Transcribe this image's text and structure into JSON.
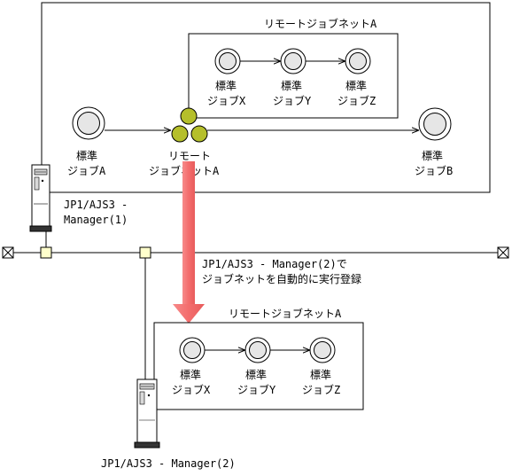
{
  "top_box": {
    "remote_jobnet_title": "リモートジョブネットA",
    "job_x": [
      "標準",
      "ジョブX"
    ],
    "job_y": [
      "標準",
      "ジョブY"
    ],
    "job_z": [
      "標準",
      "ジョブZ"
    ]
  },
  "main_flow": {
    "job_a": [
      "標準",
      "ジョブA"
    ],
    "remote_jobnet": [
      "リモート",
      "ジョブネットA"
    ],
    "job_b": [
      "標準",
      "ジョブB"
    ]
  },
  "server1": [
    "JP1/AJS3 -",
    "Manager(1)"
  ],
  "transfer_note": [
    "JP1/AJS3 - Manager(2)で",
    "ジョブネットを自動的に実行登録"
  ],
  "bottom_box": {
    "remote_jobnet_title": "リモートジョブネットA",
    "job_x": [
      "標準",
      "ジョブX"
    ],
    "job_y": [
      "標準",
      "ジョブY"
    ],
    "job_z": [
      "標準",
      "ジョブZ"
    ]
  },
  "server2": "JP1/AJS3 - Manager(2)",
  "colors": {
    "jobnet_icon": "#b5bf2b",
    "transfer_arrow": "#f36d6d",
    "connector": "#ffffcc",
    "node_fill": "#e6e6e6"
  }
}
